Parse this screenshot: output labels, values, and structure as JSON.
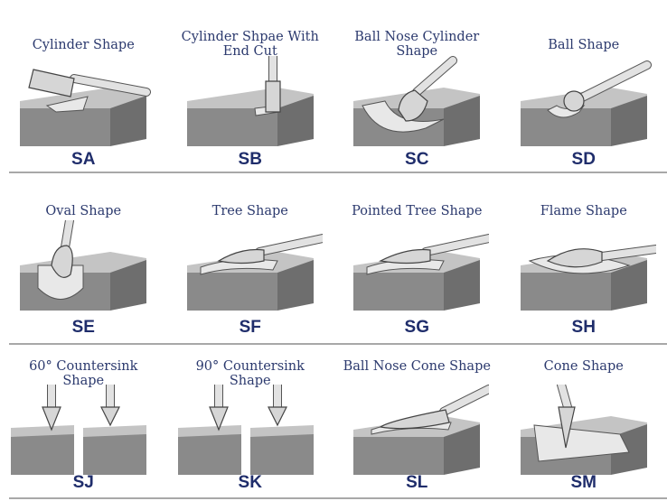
{
  "rows": [
    {
      "items": [
        {
          "title": "Cylinder Shape",
          "code": "SA",
          "tool": "horizontal-cylinder"
        },
        {
          "title": "Cylinder Shpae With End Cut",
          "code": "SB",
          "tool": "vertical-cylinder"
        },
        {
          "title": "Ball Nose Cylinder Shape",
          "code": "SC",
          "tool": "angled-ballnose"
        },
        {
          "title": "Ball Shape",
          "code": "SD",
          "tool": "ball"
        }
      ]
    },
    {
      "items": [
        {
          "title": "Oval Shape",
          "code": "SE",
          "tool": "oval"
        },
        {
          "title": "Tree Shape",
          "code": "SF",
          "tool": "tree"
        },
        {
          "title": "Pointed Tree Shape",
          "code": "SG",
          "tool": "pointed-tree"
        },
        {
          "title": "Flame Shape",
          "code": "SH",
          "tool": "flame"
        }
      ]
    },
    {
      "items": [
        {
          "title": "60° Countersink Shape",
          "code": "SJ",
          "tool": "countersink"
        },
        {
          "title": "90° Countersink Shape",
          "code": "SK",
          "tool": "countersink"
        },
        {
          "title": "Ball Nose Cone Shape",
          "code": "SL",
          "tool": "cone-horizontal"
        },
        {
          "title": "Cone Shape",
          "code": "SM",
          "tool": "cone-vertical"
        }
      ]
    }
  ]
}
